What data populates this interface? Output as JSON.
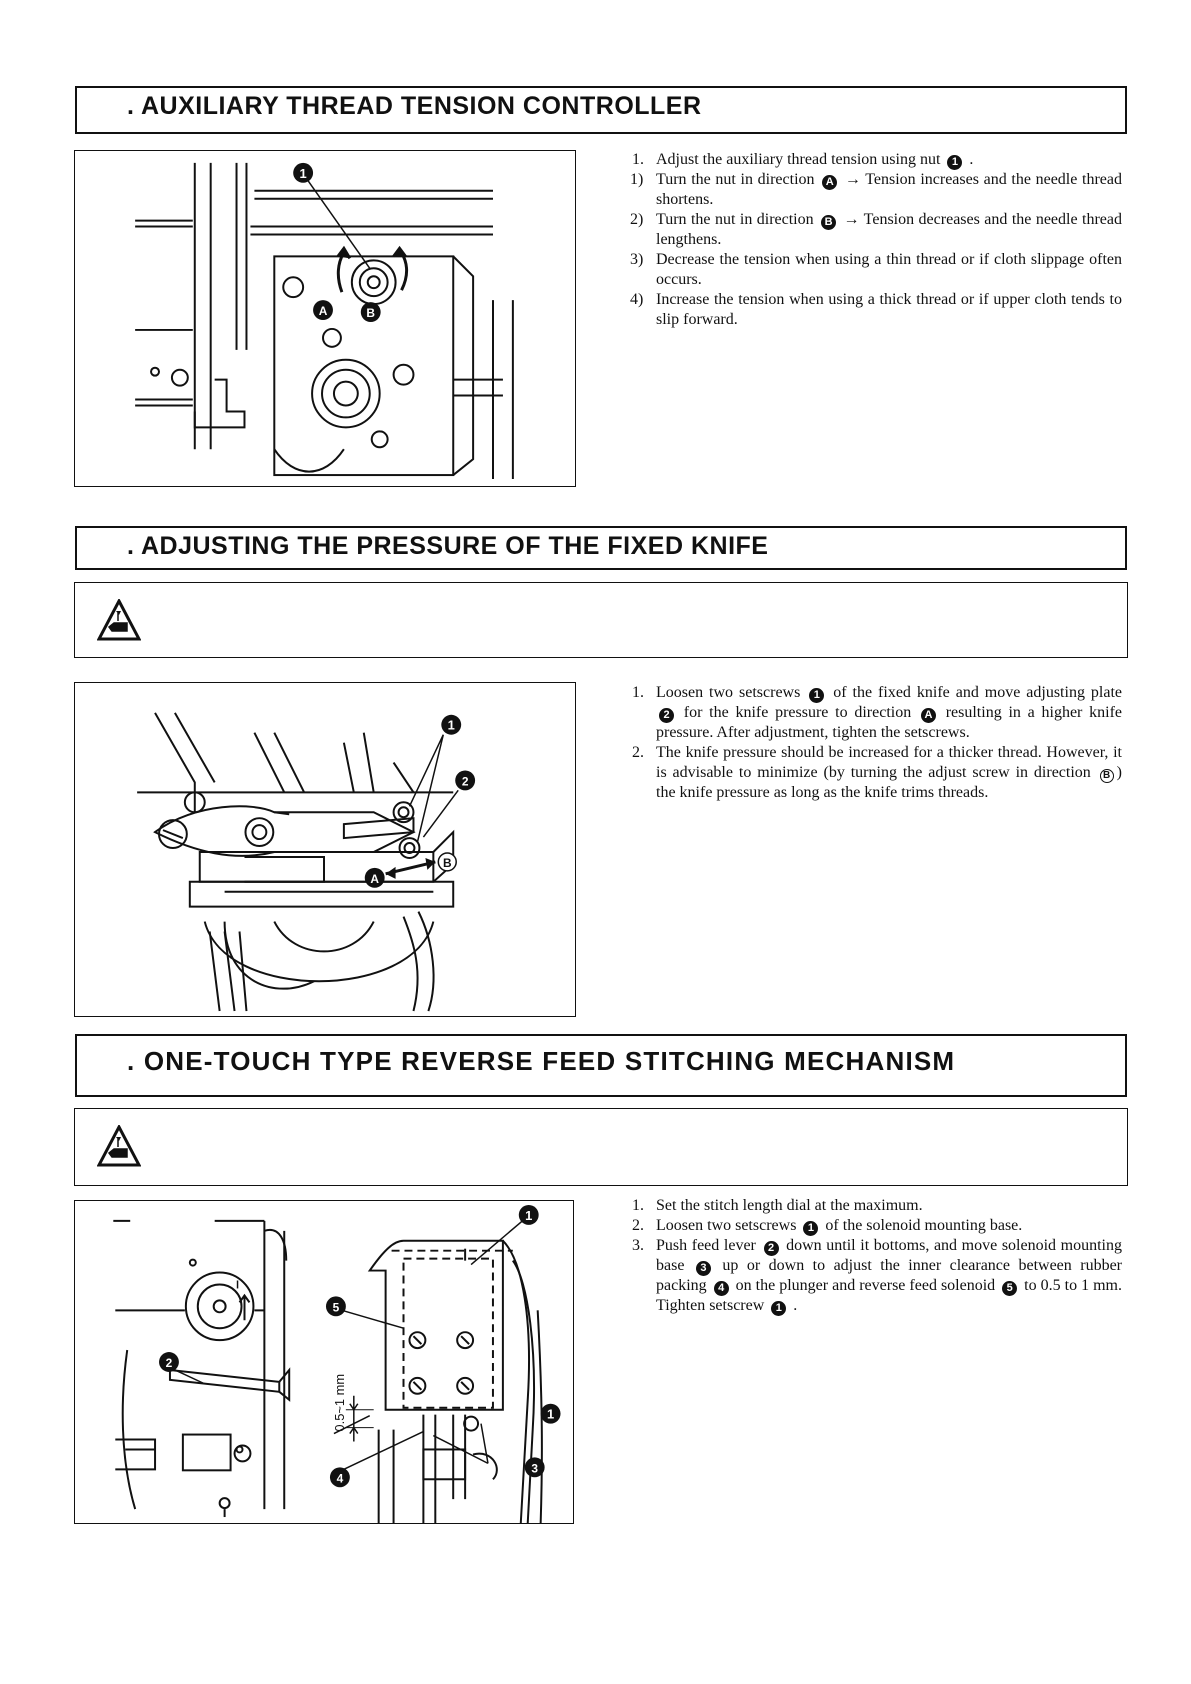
{
  "sections": [
    {
      "title": ". AUXILIARY THREAD TENSION CONTROLLER",
      "steps": [
        {
          "num": "1.",
          "parts": [
            "Adjust the auxiliary thread tension using nut ",
            "1",
            " ."
          ]
        },
        {
          "num": "1)",
          "parts": [
            "Turn the nut in direction ",
            "A",
            " → Tension increases and the needle thread shortens."
          ]
        },
        {
          "num": "2)",
          "parts": [
            "Turn the nut in direction ",
            "B",
            " → Tension decreases and the needle thread lengthens."
          ]
        },
        {
          "num": "3)",
          "parts": [
            "Decrease the tension when using a thin thread or if cloth slippage often occurs."
          ]
        },
        {
          "num": "4)",
          "parts": [
            "Increase the tension when using a thick thread or if upper cloth tends to slip forward."
          ]
        }
      ],
      "figure_labels": [
        "1",
        "A",
        "B"
      ]
    },
    {
      "title": ". ADJUSTING THE PRESSURE OF THE FIXED KNIFE",
      "steps": [
        {
          "num": "1.",
          "parts": [
            "Loosen two setscrews ",
            "1",
            " of the fixed knife and move adjusting plate ",
            "2",
            " for the knife pressure to direction ",
            "A",
            " resulting in a higher knife pressure. After adjustment, tighten the setscrews."
          ]
        },
        {
          "num": "2.",
          "parts": [
            "The knife pressure should be increased for a thicker thread. However, it is advisable to minimize (by turning the adjust screw in direction ",
            "B",
            ") the knife pressure as long as the knife trims threads."
          ]
        }
      ],
      "figure_labels": [
        "1",
        "2",
        "A",
        "B"
      ]
    },
    {
      "title": ". ONE-TOUCH TYPE REVERSE FEED STITCHING MECHANISM",
      "steps": [
        {
          "num": "1.",
          "parts": [
            "Set the stitch length dial at the maximum."
          ]
        },
        {
          "num": "2.",
          "parts": [
            "Loosen two setscrews ",
            "1",
            " of the solenoid mounting base."
          ]
        },
        {
          "num": "3.",
          "parts": [
            "Push feed lever ",
            "2",
            " down until it bottoms, and move solenoid mounting base ",
            "3",
            " up or down to adjust the inner clearance between rubber packing ",
            "4",
            " on the plunger and reverse feed solenoid ",
            "5",
            " to 0.5 to 1 mm. Tighten setscrew ",
            "1",
            " ."
          ]
        }
      ],
      "figure_labels": [
        "1",
        "2",
        "3",
        "4",
        "5",
        "0.5~1 mm"
      ]
    }
  ]
}
